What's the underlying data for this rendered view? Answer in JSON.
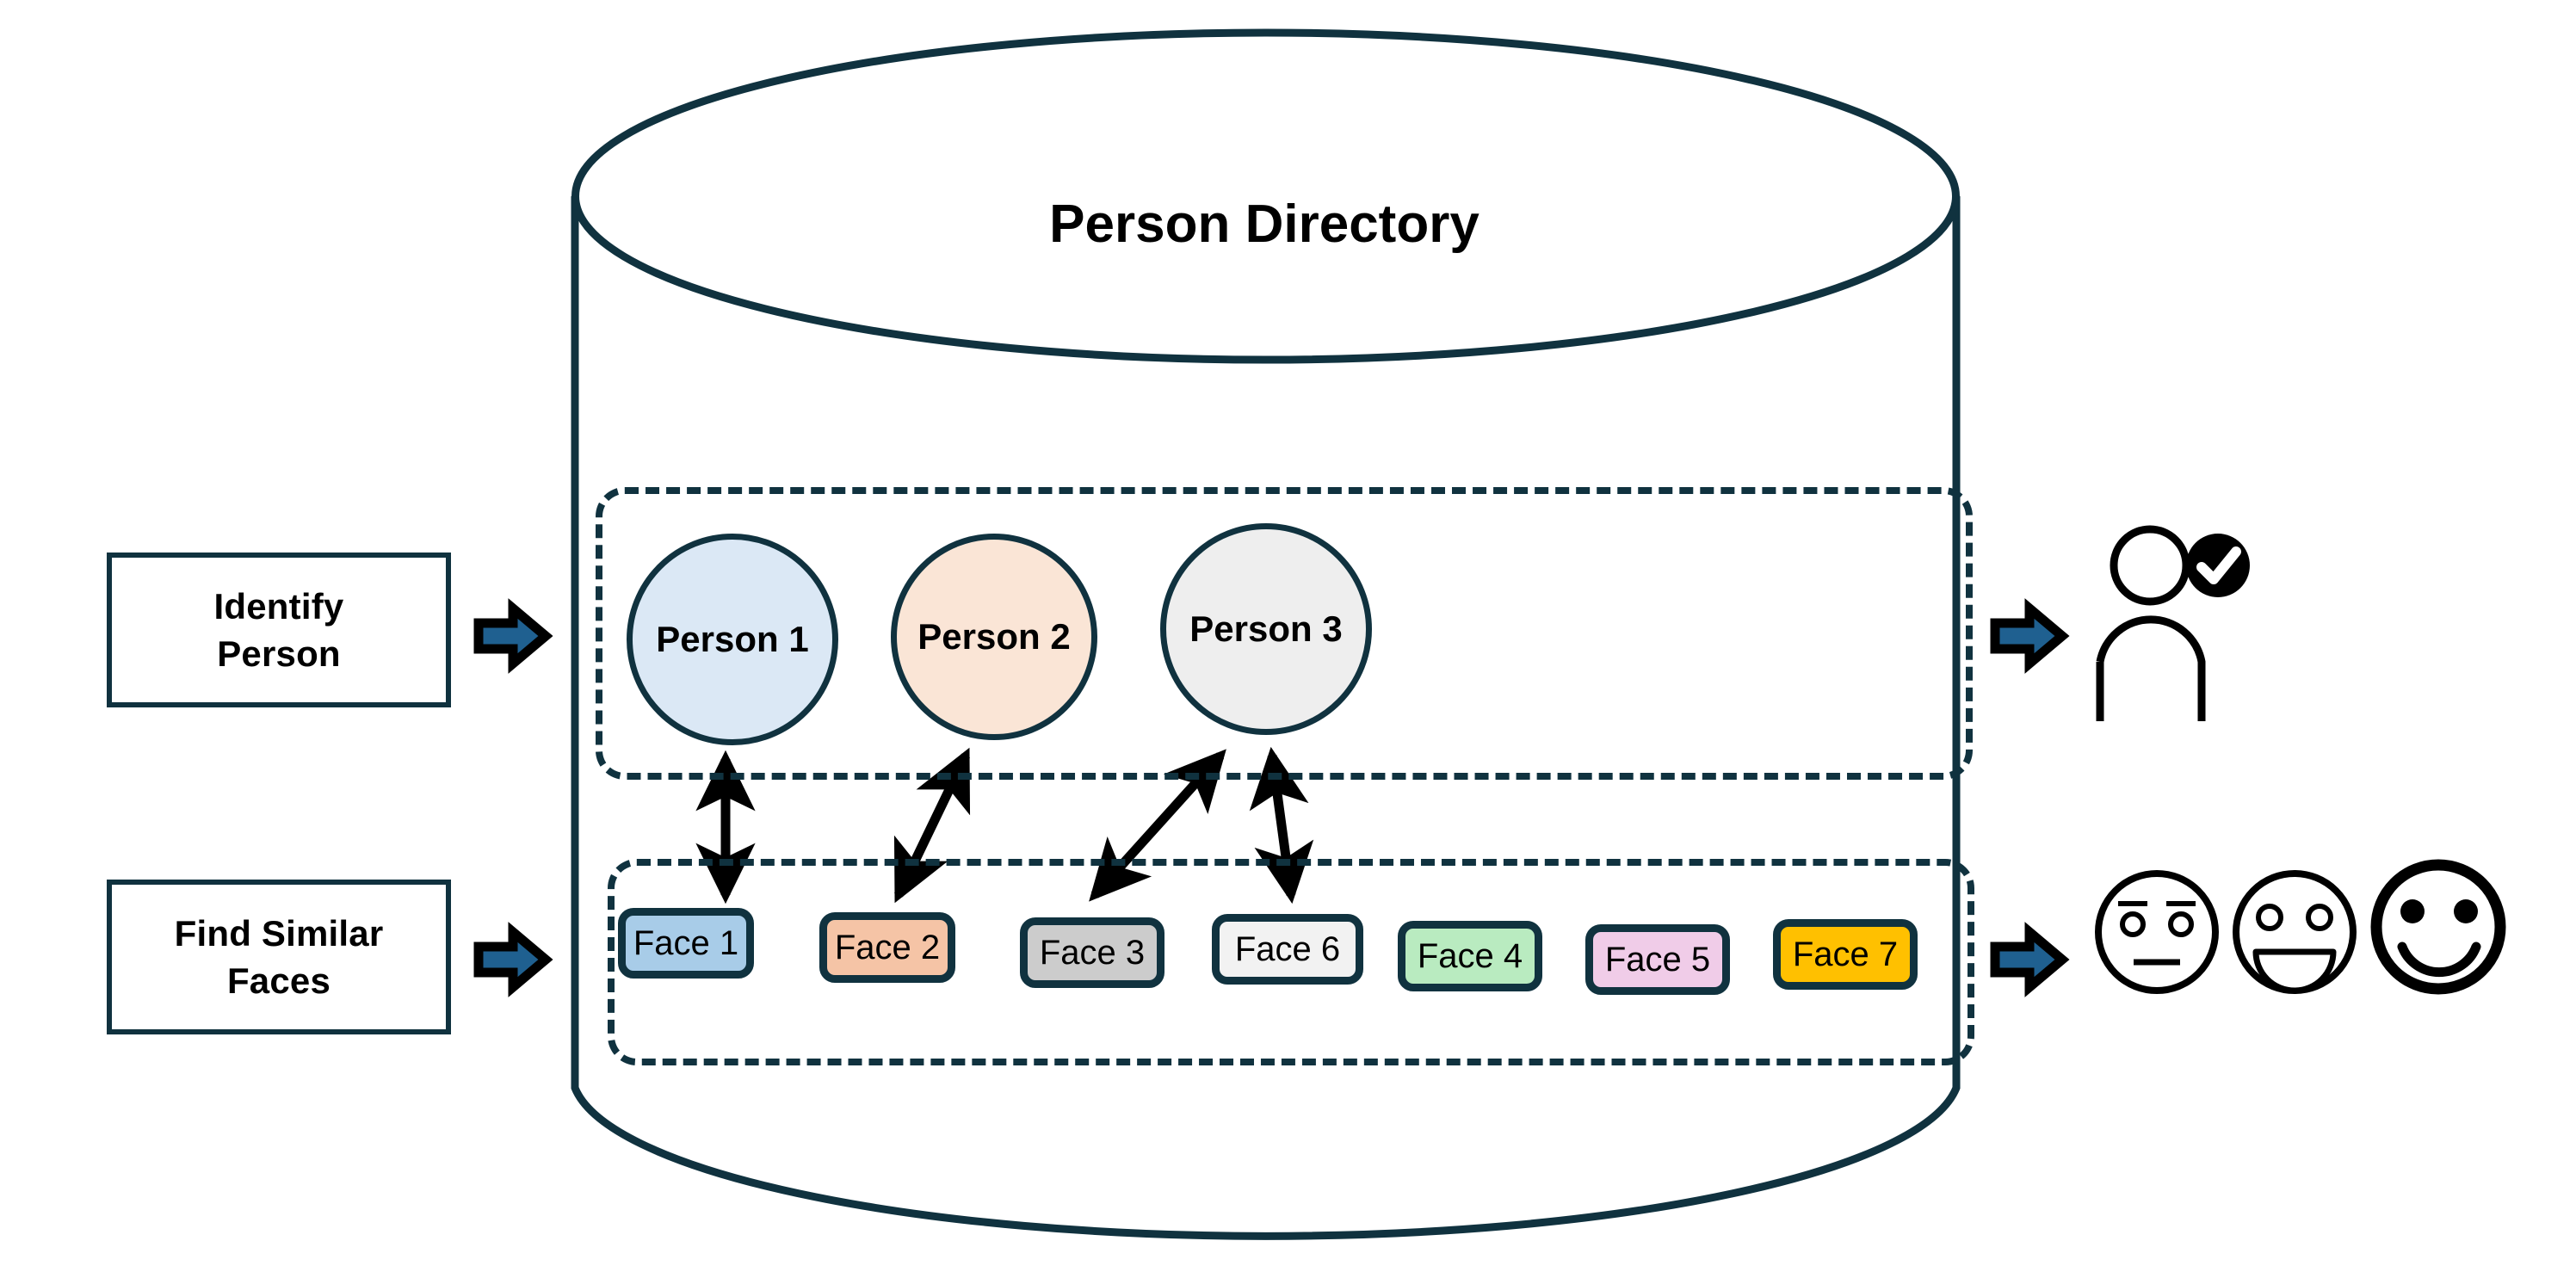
{
  "diagram": {
    "title": "Person Directory",
    "colors": {
      "outline": "#10323f",
      "arrow_fill": "#1f6090",
      "arrow_outline": "#000000",
      "connector": "#000000",
      "background": "#ffffff"
    }
  },
  "tasks": [
    {
      "id": "identify-person",
      "label": "Identify\nPerson",
      "line1": "Identify",
      "line2": "Person"
    },
    {
      "id": "find-similar-faces",
      "label": "Find Similar\nFaces",
      "line1": "Find Similar",
      "line2": "Faces"
    }
  ],
  "persons": [
    {
      "label": "Person 1",
      "color": "#dbe8f5"
    },
    {
      "label": "Person 2",
      "color": "#fae5d6"
    },
    {
      "label": "Person 3",
      "color": "#eeeeee"
    }
  ],
  "faces": [
    {
      "label": "Face 1",
      "color": "#a8cce8"
    },
    {
      "label": "Face 2",
      "color": "#f5c4a6"
    },
    {
      "label": "Face 3",
      "color": "#cccccc"
    },
    {
      "label": "Face 6",
      "color": "#f2f2f2"
    },
    {
      "label": "Face 4",
      "color": "#b9ebc0"
    },
    {
      "label": "Face 5",
      "color": "#f0cce8"
    },
    {
      "label": "Face 7",
      "color": "#ffc000"
    }
  ],
  "links": [
    {
      "from": "Face 1",
      "to": "Person 1"
    },
    {
      "from": "Face 2",
      "to": "Person 2"
    },
    {
      "from": "Face 3",
      "to": "Person 3"
    },
    {
      "from": "Face 6",
      "to": "Person 3"
    }
  ],
  "outputs": {
    "identified_person": {
      "icon": "person-check-icon",
      "badge": "check-badge-icon"
    },
    "similar_faces": [
      {
        "icon": "neutral-face-icon"
      },
      {
        "icon": "grinning-face-icon"
      },
      {
        "icon": "smiling-face-icon"
      }
    ]
  },
  "flow_arrows": [
    {
      "id": "arrow-identify-in"
    },
    {
      "id": "arrow-find-in"
    },
    {
      "id": "arrow-person-out"
    },
    {
      "id": "arrow-faces-out"
    }
  ]
}
